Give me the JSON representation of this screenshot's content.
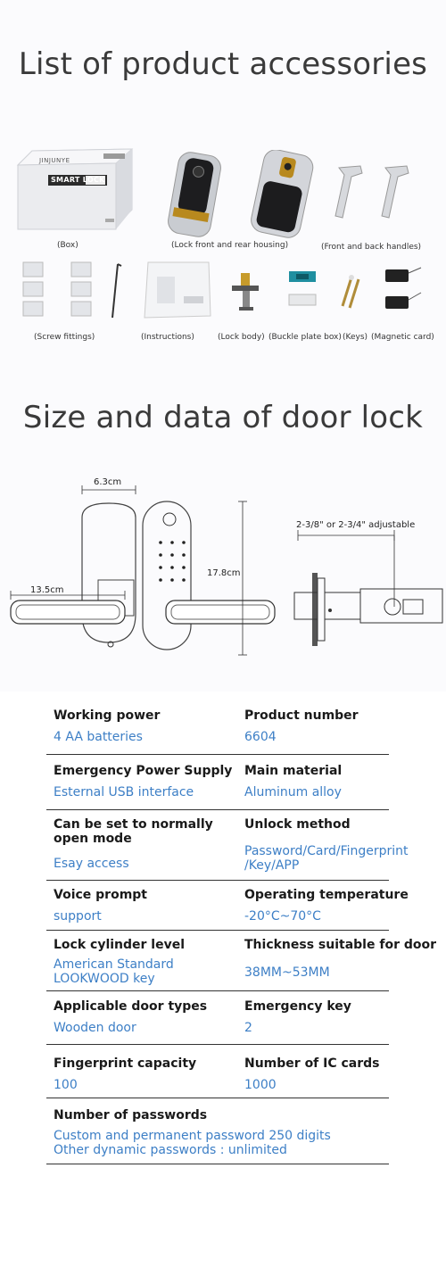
{
  "accessories": {
    "title": "List of product accessories",
    "brand": "JINJUNYE",
    "box_logo": "SMART LOCK",
    "captions": {
      "box": "(Box)",
      "housing": "(Lock front and rear housing)",
      "handles": "(Front and back handles)",
      "screws": "(Screw fittings)",
      "instructions": "(Instructions)",
      "lock_body": "(Lock body)",
      "buckle": "(Buckle plate  box)",
      "keys": "(Keys)",
      "card": "(Magnetic card)"
    }
  },
  "size": {
    "title": "Size and data of door lock",
    "width_label": "6.3cm",
    "handle_label": "13.5cm",
    "height_label": "17.8cm",
    "adjust_label": "2-3/8\" or 2-3/4\" adjustable"
  },
  "specs": [
    {
      "left": {
        "label": "Working power",
        "value": "4 AA batteries"
      },
      "right": {
        "label": "Product number",
        "value": "6604"
      }
    },
    {
      "left": {
        "label": "Emergency Power Supply",
        "value": "Esternal USB interface"
      },
      "right": {
        "label": "Main material",
        "value": "Aluminum alloy"
      }
    },
    {
      "left": {
        "label": "Can be set to normally open mode",
        "value": "Esay access"
      },
      "right": {
        "label": "Unlock method",
        "value": "Password/Card/Fingerprint /Key/APP"
      }
    },
    {
      "left": {
        "label": "Voice prompt",
        "value": "support"
      },
      "right": {
        "label": "Operating temperature",
        "value": "-20°C~70°C"
      }
    },
    {
      "left": {
        "label": "Lock cylinder level",
        "value": "American Standard LOOKWOOD key"
      },
      "right": {
        "label": "Thickness suitable for door",
        "value": "38MM~53MM"
      }
    },
    {
      "left": {
        "label": "Applicable door types",
        "value": "Wooden door"
      },
      "right": {
        "label": "Emergency key",
        "value": "2"
      }
    },
    {
      "left": {
        "label": "Fingerprint capacity",
        "value": "100"
      },
      "right": {
        "label": "Number of IC cards",
        "value": "1000"
      }
    },
    {
      "left": {
        "label": "Number of passwords",
        "value": "Custom and permanent password 250 digits Other dynamic passwords : unlimited"
      }
    }
  ]
}
